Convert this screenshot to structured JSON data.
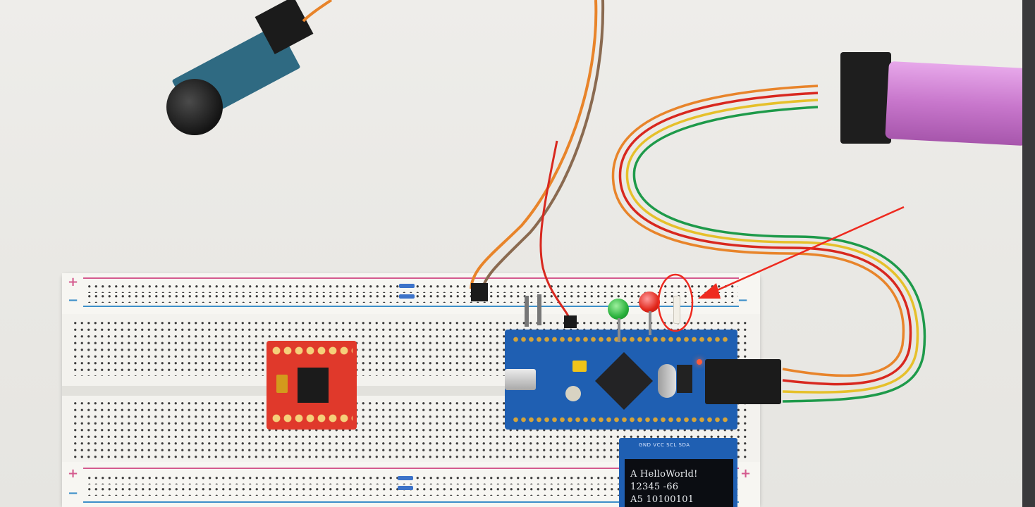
{
  "scene": {
    "description_tags": [
      "breadboard",
      "stm32-bluepill",
      "st-link",
      "buzzer-module",
      "oled",
      "motor-driver",
      "leds"
    ]
  },
  "breadboard": {
    "rail_plus_label": "+",
    "rail_minus_label": "−"
  },
  "oled": {
    "header": "GND VCC SCL SDA",
    "lines": [
      "A HelloWorld!",
      "12345 -66",
      "A5 10100101"
    ]
  },
  "colors": {
    "rail_red": "#d45a8e",
    "rail_blue": "#3d8fc9",
    "annotation": "#ee2a1f",
    "wire_orange": "#e8842a",
    "wire_brown": "#8a6a50",
    "wire_red": "#d8281f",
    "wire_green": "#1e9a4a",
    "wire_yellow": "#e6c02a"
  }
}
